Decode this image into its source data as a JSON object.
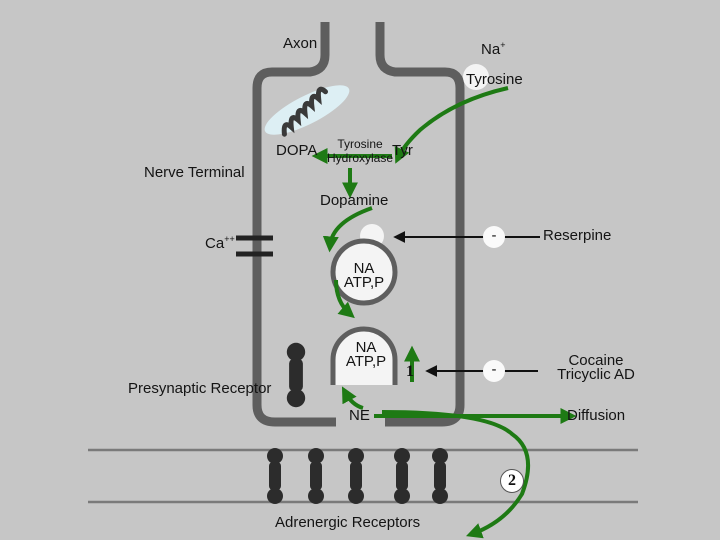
{
  "diagram": {
    "title": "Adrenergic Synapse",
    "labels": {
      "axon": "Axon",
      "na_ion": "Na",
      "na_ion_charge": "+",
      "tyrosine": "Tyrosine",
      "enzyme_line1": "Tyrosine",
      "enzyme_line2": "Hydroxylase",
      "tyr": "Tyr",
      "dopa": "DOPA",
      "nerve_terminal": "Nerve Terminal",
      "dopamine": "Dopamine",
      "calcium": "Ca",
      "calcium_charge": "++",
      "vesicle_line1": "NA",
      "vesicle_line2": "ATP,P",
      "release_line1": "NA",
      "release_line2": "ATP,P",
      "ne": "NE",
      "presynaptic_receptor": "Presynaptic Receptor",
      "reserpine": "Reserpine",
      "reserpine_sign": "-",
      "uptake_blockers_line1": "Cocaine",
      "uptake_blockers_line2": "Tricyclic AD",
      "uptake_sign": "-",
      "diffusion": "Diffusion",
      "adrenergic_receptors": "Adrenergic Receptors",
      "mark_1": "1",
      "mark_2": "2"
    },
    "colors": {
      "background": "#c6c6c6",
      "membrane": "#5e5e5e",
      "arrow_green": "#1e7a14",
      "vesicle": "#f4f4f4",
      "mitochondrion": "#ddeff4",
      "receptor": "#2c2c2c"
    }
  }
}
